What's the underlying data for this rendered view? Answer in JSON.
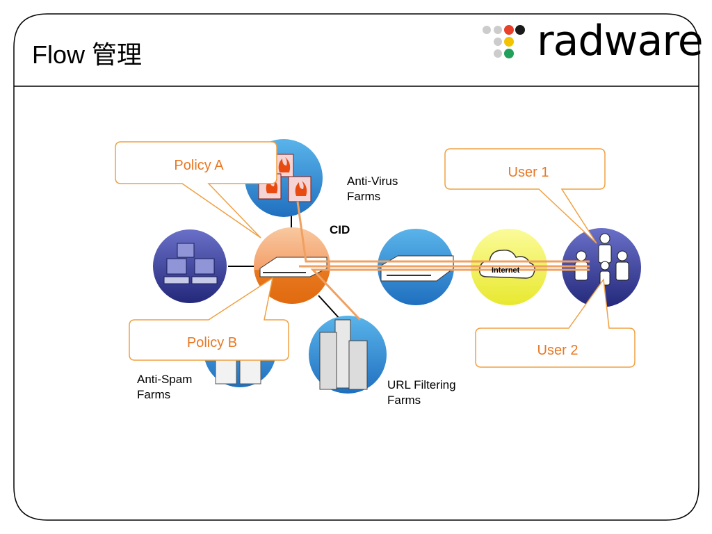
{
  "slide": {
    "title": "Flow 管理",
    "logo": {
      "text": "radware",
      "dot_colors": [
        "#cccccc",
        "#cccccc",
        "#e8402a",
        "#1a1a1a",
        "#cccccc",
        "#f2c300",
        "#cccccc",
        "#22a05a"
      ]
    }
  },
  "diagram": {
    "cid_label": "CID",
    "anti_virus": {
      "line1": "Anti-Virus",
      "line2": "Farms"
    },
    "anti_spam": {
      "line1": "Anti-Spam",
      "line2": "Farms"
    },
    "url_filtering": {
      "line1": "URL Filtering",
      "line2": "Farms"
    },
    "internet_label": "Internet",
    "callouts": {
      "policy_a": "Policy A",
      "policy_b": "Policy B",
      "user_1": "User 1",
      "user_2": "User 2"
    },
    "colors": {
      "accent": "#e87722",
      "flow_line": "#f0a060",
      "node_blue": "#3a8fd6",
      "node_navy": "#2a2e8c",
      "cid_orange": "#e8781e",
      "internet_yellow": "#f0f050"
    }
  }
}
